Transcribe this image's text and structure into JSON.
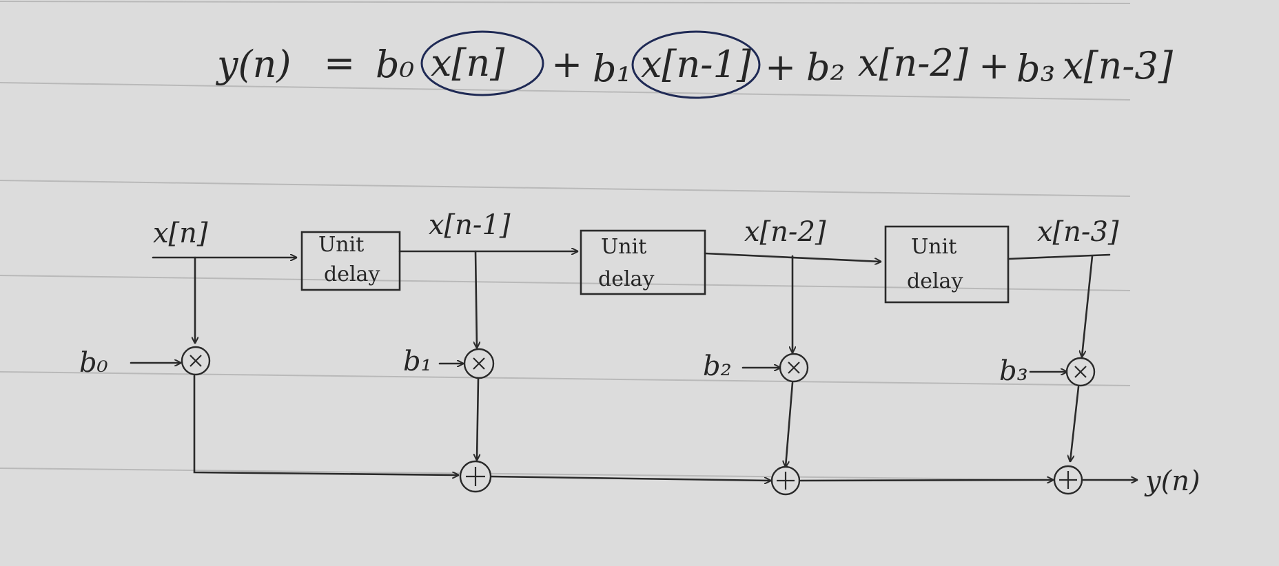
{
  "equation": {
    "lhs": "y(n)",
    "equals": "=",
    "terms": [
      {
        "coef": "b₀",
        "signal": "x[n]",
        "circled": true
      },
      {
        "op": "+",
        "coef": "b₁",
        "signal": "x[n-1]",
        "circled": true
      },
      {
        "op": "+",
        "coef": "b₂",
        "signal": "x[n-2]",
        "circled": false
      },
      {
        "op": "+",
        "coef": "b₃",
        "signal": "x[n-3]",
        "circled": false
      }
    ]
  },
  "diagram": {
    "taps": [
      "x[n]",
      "x[n-1]",
      "x[n-2]",
      "x[n-3]"
    ],
    "coefficients": [
      "b₀",
      "b₁",
      "b₂",
      "b₃"
    ],
    "delay_label_line1": "Unit",
    "delay_label_line2": "delay",
    "delay_count": 3,
    "output": "y(n)"
  },
  "icons": {
    "multiplier": "multiplier-node-icon",
    "adder": "adder-node-icon",
    "arrow": "arrowhead-icon"
  }
}
